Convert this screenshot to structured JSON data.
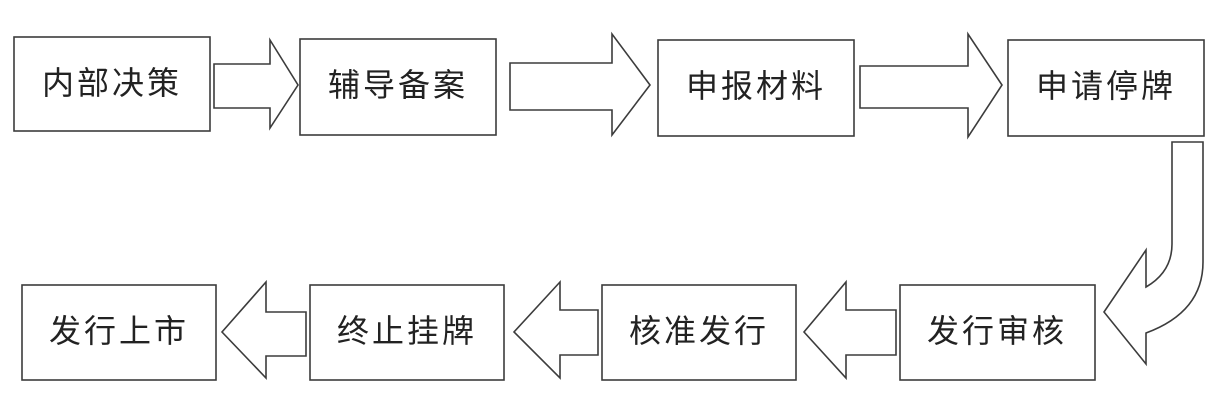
{
  "steps": [
    {
      "id": "s1",
      "label": "内部决策"
    },
    {
      "id": "s2",
      "label": "辅导备案"
    },
    {
      "id": "s3",
      "label": "申报材料"
    },
    {
      "id": "s4",
      "label": "申请停牌"
    },
    {
      "id": "s5",
      "label": "发行审核"
    },
    {
      "id": "s6",
      "label": "核准发行"
    },
    {
      "id": "s7",
      "label": "终止挂牌"
    },
    {
      "id": "s8",
      "label": "发行上市"
    }
  ],
  "flow": [
    {
      "from": "s1",
      "to": "s2"
    },
    {
      "from": "s2",
      "to": "s3"
    },
    {
      "from": "s3",
      "to": "s4"
    },
    {
      "from": "s4",
      "to": "s5"
    },
    {
      "from": "s5",
      "to": "s6"
    },
    {
      "from": "s6",
      "to": "s7"
    },
    {
      "from": "s7",
      "to": "s8"
    }
  ],
  "colors": {
    "stroke": "#3c3c3c",
    "fill": "#ffffff",
    "text": "#222222"
  }
}
